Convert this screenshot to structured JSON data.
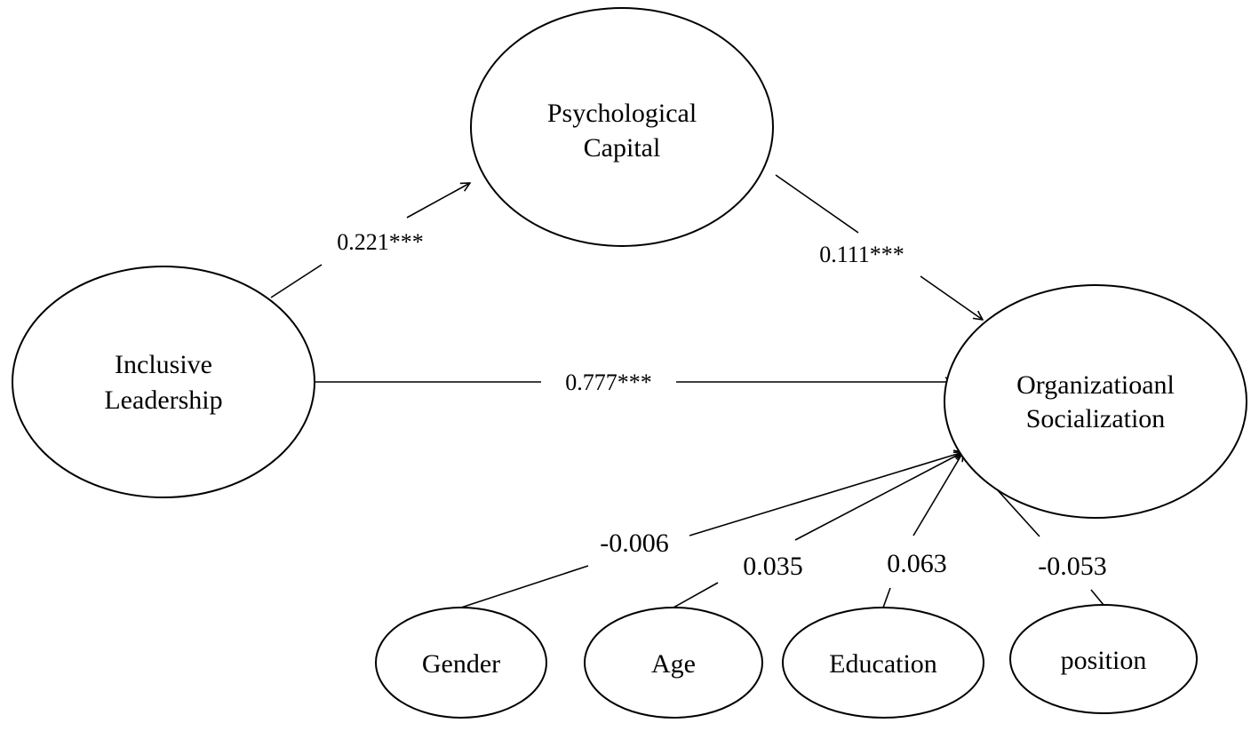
{
  "nodes": {
    "psycap": {
      "line1": "Psychological",
      "line2": "Capital"
    },
    "inclusive": {
      "line1": "Inclusive",
      "line2": "Leadership"
    },
    "orgsoc": {
      "line1": "Organizatioanl",
      "line2": "Socialization"
    },
    "gender": {
      "label": "Gender"
    },
    "age": {
      "label": "Age"
    },
    "education": {
      "label": "Education"
    },
    "position": {
      "label": "position"
    }
  },
  "edges": {
    "il_to_pc": {
      "coefficient": "0.221***"
    },
    "pc_to_os": {
      "coefficient": "0.111***"
    },
    "il_to_os": {
      "coefficient": "0.777***"
    },
    "gender_to_os": {
      "coefficient": "-0.006"
    },
    "age_to_os": {
      "coefficient": "0.035"
    },
    "education_to_os": {
      "coefficient": "0.063"
    },
    "position_to_os": {
      "coefficient": "-0.053"
    }
  },
  "colors": {
    "stroke": "#000000",
    "background": "#ffffff"
  }
}
